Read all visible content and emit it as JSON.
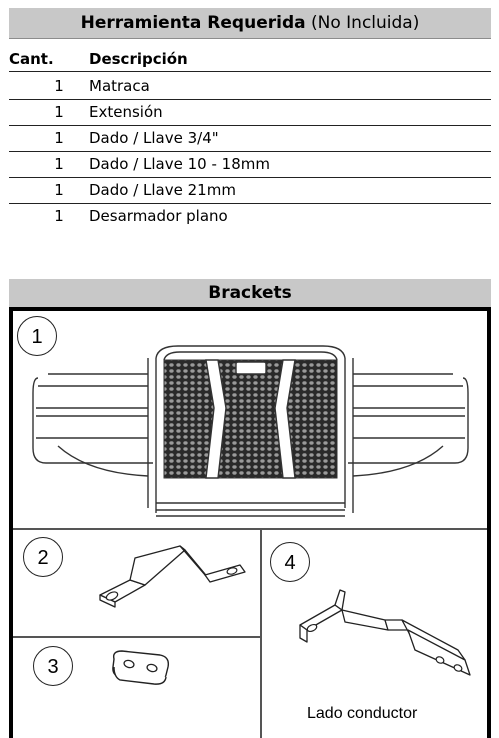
{
  "tools_table": {
    "title_bold": "Herramienta Requerida",
    "title_note": " (No Incluida)",
    "col_qty": "Cant.",
    "col_desc": "Descripción",
    "rows": [
      {
        "qty": "1",
        "desc": "Matraca"
      },
      {
        "qty": "1",
        "desc": "Extensión"
      },
      {
        "qty": "1",
        "desc": "Dado / Llave 3/4\""
      },
      {
        "qty": "1",
        "desc": "Dado / Llave 10 - 18mm"
      },
      {
        "qty": "1",
        "desc": "Dado / Llave 21mm"
      },
      {
        "qty": "1",
        "desc": "Desarmador plano"
      }
    ]
  },
  "brackets": {
    "title": "Brackets",
    "items": [
      {
        "number": "1"
      },
      {
        "number": "2"
      },
      {
        "number": "3"
      },
      {
        "number": "4"
      }
    ],
    "caption_4": "Lado conductor"
  }
}
